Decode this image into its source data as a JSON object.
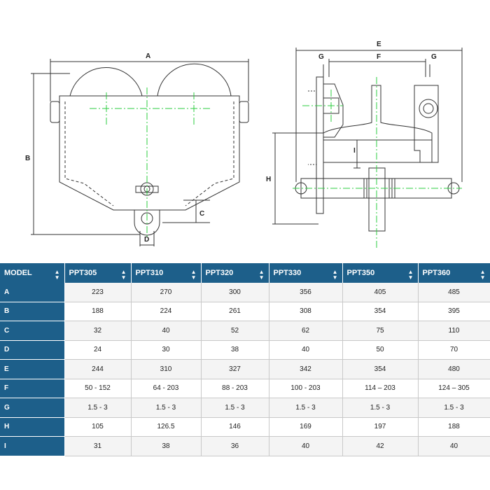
{
  "drawing": {
    "front_labels": [
      "A",
      "B",
      "C",
      "D"
    ],
    "side_labels": [
      "E",
      "F",
      "G",
      "G",
      "H",
      "I"
    ]
  },
  "table": {
    "columns": [
      "MODEL",
      "PPT305",
      "PPT310",
      "PPT320",
      "PPT330",
      "PPT350",
      "PPT360"
    ],
    "rows": [
      {
        "label": "A",
        "values": [
          "223",
          "270",
          "300",
          "356",
          "405",
          "485"
        ]
      },
      {
        "label": "B",
        "values": [
          "188",
          "224",
          "261",
          "308",
          "354",
          "395"
        ]
      },
      {
        "label": "C",
        "values": [
          "32",
          "40",
          "52",
          "62",
          "75",
          "110"
        ]
      },
      {
        "label": "D",
        "values": [
          "24",
          "30",
          "38",
          "40",
          "50",
          "70"
        ]
      },
      {
        "label": "E",
        "values": [
          "244",
          "310",
          "327",
          "342",
          "354",
          "480"
        ]
      },
      {
        "label": "F",
        "values": [
          "50 - 152",
          "64 - 203",
          "88 - 203",
          "100 - 203",
          "114 – 203",
          "124 – 305"
        ]
      },
      {
        "label": "G",
        "values": [
          "1.5 - 3",
          "1.5 - 3",
          "1.5 - 3",
          "1.5 - 3",
          "1.5 - 3",
          "1.5 - 3"
        ]
      },
      {
        "label": "H",
        "values": [
          "105",
          "126.5",
          "146",
          "169",
          "197",
          "188"
        ]
      },
      {
        "label": "I",
        "values": [
          "31",
          "38",
          "36",
          "40",
          "42",
          "40"
        ]
      }
    ]
  },
  "colors": {
    "header_bg": "#1d5f8a",
    "centerline": "#2ecc40"
  },
  "icons": {
    "sort": "sort-arrows-icon"
  }
}
